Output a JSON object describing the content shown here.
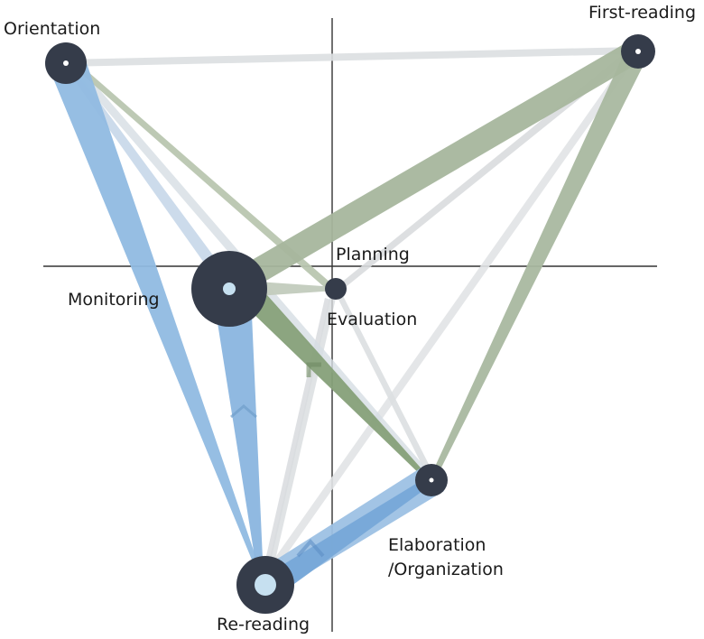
{
  "diagram": {
    "type": "transition-network",
    "nodes": [
      {
        "id": "orientation",
        "label": "Orientation"
      },
      {
        "id": "first_reading",
        "label": "First-reading"
      },
      {
        "id": "planning",
        "label": "Planning"
      },
      {
        "id": "monitoring",
        "label": "Monitoring"
      },
      {
        "id": "evaluation",
        "label": "Evaluation"
      },
      {
        "id": "elaboration",
        "label_line1": "Elaboration",
        "label_line2": "/Organization"
      },
      {
        "id": "rereading",
        "label": "Re-reading"
      }
    ],
    "colors": {
      "node_dark": "#353c4a",
      "node_light_center": "#c6e0f0",
      "edge_blue": "#7fb0de",
      "edge_blue_light": "#bfd6ec",
      "edge_green": "#8aa37e",
      "edge_green_light": "#b7c4ad",
      "edge_gray": "#cfd3d6",
      "axis": "#333333"
    }
  }
}
